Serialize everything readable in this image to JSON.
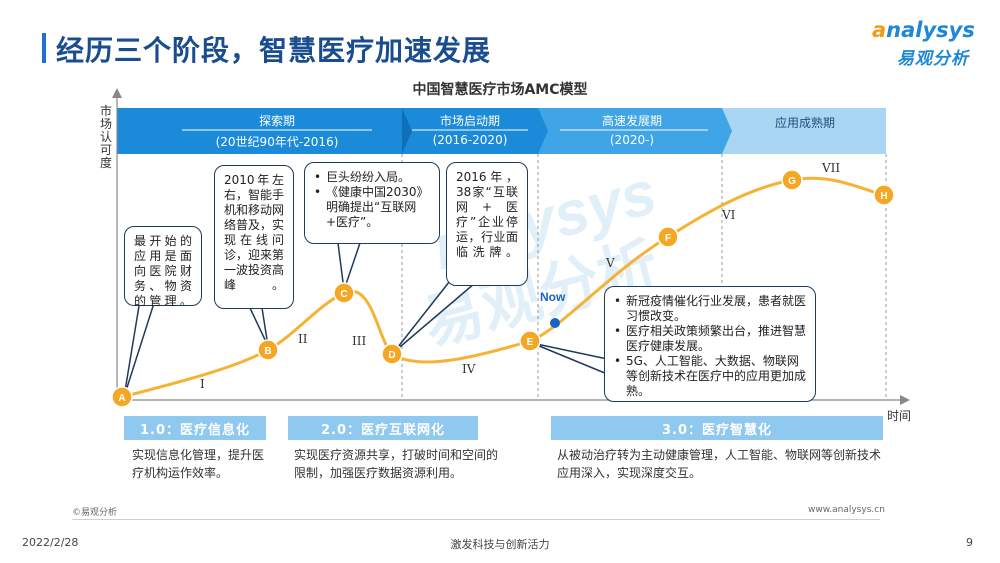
{
  "header": {
    "title": "经历三个阶段，智慧医疗加速发展",
    "logo_en_first": "a",
    "logo_en_rest": "nalysys",
    "logo_cn": "易观分析"
  },
  "chart": {
    "title": "中国智慧医疗市场AMC模型",
    "ylabel": "市场认可度",
    "xlabel": "时间"
  },
  "stages": [
    {
      "name": "探索期",
      "period": "(20世纪90年代-2016)",
      "color": "#1b8ad9"
    },
    {
      "name": "市场启动期",
      "period": "(2016-2020)",
      "color": "#1b8ad9"
    },
    {
      "name": "高速发展期",
      "period": "(2020-)",
      "color": "#3fa5e6"
    },
    {
      "name": "应用成熟期",
      "period": "",
      "color": "#a9d6f3"
    }
  ],
  "nodes": [
    "A",
    "B",
    "C",
    "D",
    "E",
    "F",
    "G",
    "H"
  ],
  "now_label": "Now",
  "romans": [
    "I",
    "II",
    "III",
    "IV",
    "V",
    "VI",
    "VII"
  ],
  "bubbles": {
    "b1": "最开始的应用是面向医院财务、物资的管理。",
    "b2": "2010年左右，智能手机和移动网络普及，实现在线问诊，迎来第一波投资高峰。",
    "b3_items": [
      "巨头纷纷入局。",
      "《健康中国2030》明确提出“互联网+医疗”。"
    ],
    "b4": "2016年，38家“互联网+医疗”企业停运，行业面临洗牌。",
    "b5_items": [
      "新冠疫情催化行业发展，患者就医习惯改变。",
      "医疗相关政策频繁出台，推进智慧医疗健康发展。",
      "5G、人工智能、大数据、物联网等创新技术在医疗中的应用更加成熟。"
    ]
  },
  "phases": [
    {
      "label": "1.0：医疗信息化",
      "desc": "实现信息化管理，提升医疗机构运作效率。"
    },
    {
      "label": "2.0：医疗互联网化",
      "desc": "实现医疗资源共享，打破时间和空间的限制，加强医疗数据资源利用。"
    },
    {
      "label": "3.0：医疗智慧化",
      "desc": "从被动治疗转为主动健康管理，人工智能、物联网等创新技术应用深入，实现深度交互。"
    }
  ],
  "footer": {
    "copyright": "©易观分析",
    "url": "www.analysys.cn",
    "date": "2022/2/28",
    "slogan": "激发科技与创新活力",
    "page": "9"
  },
  "colors": {
    "curve": "#f5b335",
    "node": "#f5a623",
    "now_dot": "#1565c0",
    "bubble_border": "#1f3b5c",
    "phase_bg": "#8fc9ef"
  }
}
